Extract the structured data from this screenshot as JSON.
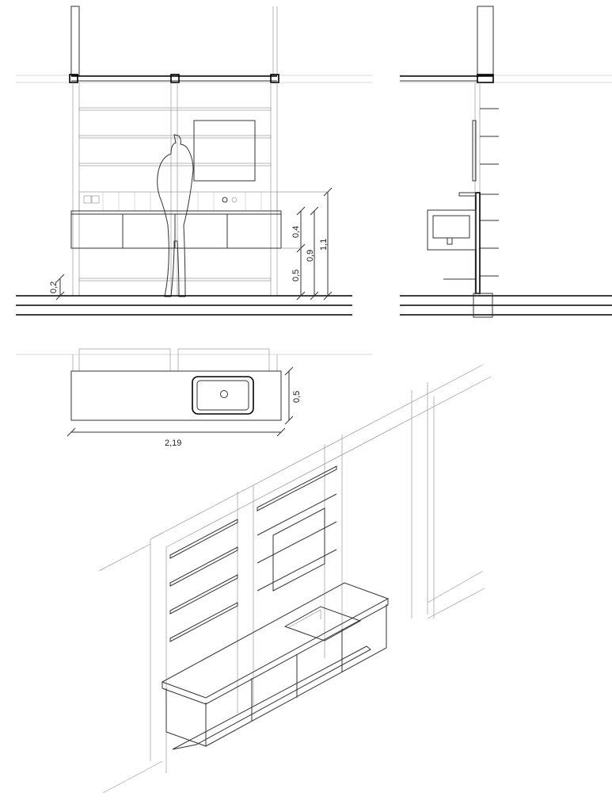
{
  "front_elevation": {
    "dimensions": {
      "plinth_height": "0,2",
      "cabinet_height": "0,4",
      "counter_base_height": "0,5",
      "counter_total_height": "0,9",
      "backsplash_top_height": "1,1"
    }
  },
  "plan": {
    "dimensions": {
      "depth": "0,5",
      "width": "2,19"
    }
  }
}
